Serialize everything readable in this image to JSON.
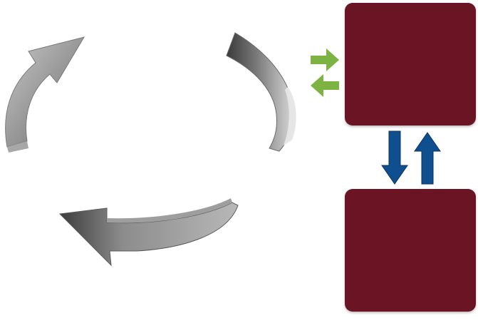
{
  "diagram": {
    "cycle": {
      "segments": [
        "upper-left-arrow",
        "right-arrow",
        "bottom-arrow"
      ],
      "color_light": "#d4d4d4",
      "color_mid": "#9a9a9a",
      "color_dark": "#4a4a4a"
    },
    "boxes": [
      {
        "id": "top",
        "label": "",
        "color": "#6b1424"
      },
      {
        "id": "bottom",
        "label": "",
        "color": "#6b1424"
      }
    ],
    "exchange_arrows": {
      "green": {
        "color": "#7cb342",
        "directions": [
          "right",
          "left"
        ]
      },
      "blue": {
        "color": "#0f4f8f",
        "directions": [
          "down",
          "up"
        ]
      }
    }
  }
}
